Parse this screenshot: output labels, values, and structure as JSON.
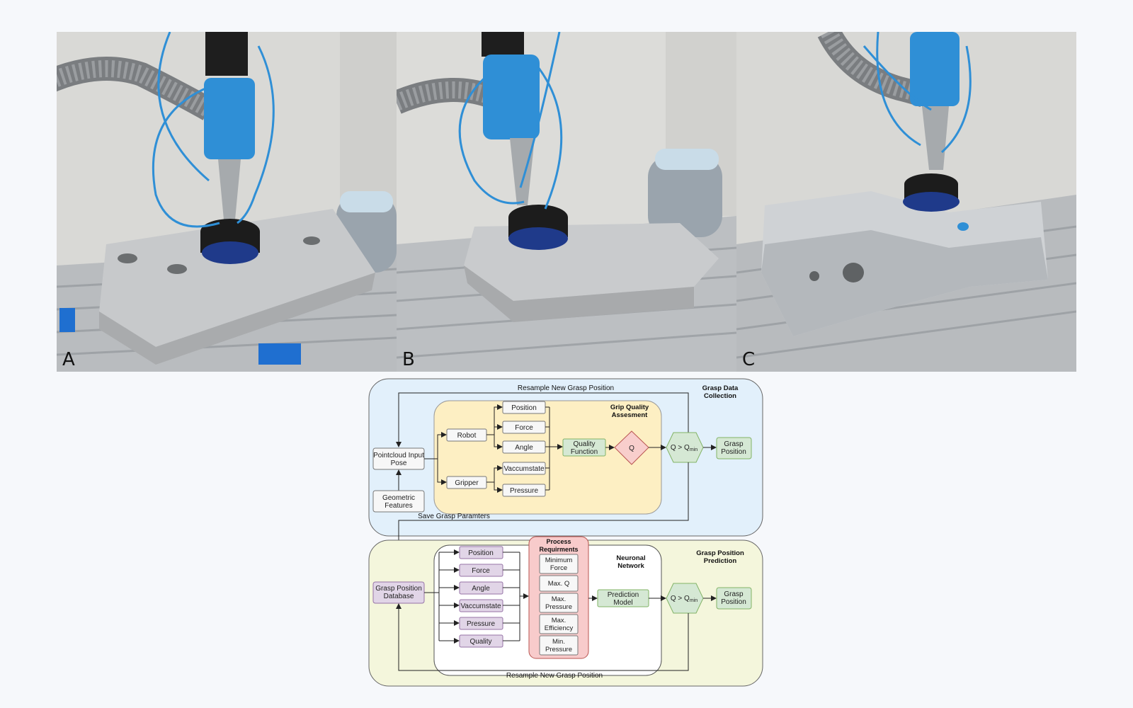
{
  "photos": [
    {
      "label": "A",
      "object": "grey 3D-printed part"
    },
    {
      "label": "B",
      "object": "grey 3D-printed part (lifted)"
    },
    {
      "label": "C",
      "object": "aluminium sheet-metal part"
    }
  ],
  "colors": {
    "top_panel": "#e2f0fb",
    "bottom_panel": "#f4f6dc",
    "grip_area": "#fdefc3",
    "neuronal_area": "#ffffff",
    "process_area": "#f8cbcb",
    "green_box": "#d5e8d4",
    "purple_box": "#e1d5e7",
    "q_diamond": "#f8cecc",
    "gripper_blue": "#2f8fd6"
  },
  "top": {
    "resample_label": "Resample New Grasp Position",
    "section_title": [
      "Grasp Data",
      "Collection"
    ],
    "grip_title": [
      "Grip Quality",
      "Assesment"
    ],
    "pointcloud": [
      "Pointcloud Input",
      "Pose"
    ],
    "geometric": [
      "Geometric",
      "Features"
    ],
    "robot": "Robot",
    "gripper": "Gripper",
    "robot_params": [
      "Position",
      "Force",
      "Angle"
    ],
    "gripper_params": [
      "Vaccumstate",
      "Pressure"
    ],
    "quality_function": [
      "Quality",
      "Function"
    ],
    "q": "Q",
    "condition": "Q > Q",
    "condition_sub": "min",
    "output": [
      "Grasp",
      "Position"
    ]
  },
  "save_label": "Save Grasp Paramters",
  "bottom": {
    "section_title": [
      "Grasp Position",
      "Prediction"
    ],
    "nn_title": [
      "Neuronal",
      "Network"
    ],
    "database": [
      "Grasp Position",
      "Database"
    ],
    "params": [
      "Position",
      "Force",
      "Angle",
      "Vaccumstate",
      "Pressure",
      "Quality"
    ],
    "process_title": [
      "Process",
      "Requirments"
    ],
    "requirements": [
      [
        "Minimum",
        "Force"
      ],
      [
        "Max. Q"
      ],
      [
        "Max.",
        "Pressure"
      ],
      [
        "Max.",
        "Efficiency"
      ],
      [
        "Min.",
        "Pressure"
      ]
    ],
    "prediction_model": [
      "Prediction",
      "Model"
    ],
    "condition": "Q > Q",
    "condition_sub": "min",
    "output": [
      "Grasp",
      "Position"
    ],
    "resample_label": "Resample New Grasp Position"
  }
}
